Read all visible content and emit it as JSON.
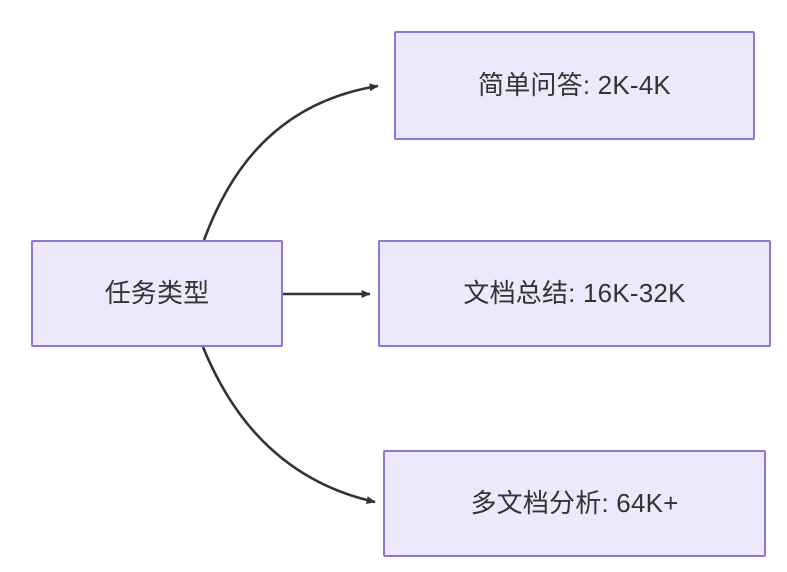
{
  "diagram": {
    "type": "flowchart",
    "direction": "left-to-right",
    "background_color": "#ffffff",
    "node_fill_color": "#ece9fc",
    "node_border_color": "#9474d4",
    "node_text_color": "#333333",
    "edge_color": "#333333",
    "source": {
      "id": "task-type",
      "label": "任务类型"
    },
    "targets": [
      {
        "id": "simple-qa",
        "label": "简单问答: 2K-4K",
        "category": "简单问答",
        "range": "2K-4K"
      },
      {
        "id": "doc-summary",
        "label": "文档总结: 16K-32K",
        "category": "文档总结",
        "range": "16K-32K"
      },
      {
        "id": "multi-doc-analysis",
        "label": "多文档分析: 64K+",
        "category": "多文档分析",
        "range": "64K+"
      }
    ],
    "edges": [
      {
        "id": "edge-0",
        "from": "task-type",
        "to": "simple-qa",
        "style": "curved",
        "arrow": "arrowhead-icon",
        "label": ""
      },
      {
        "id": "edge-1",
        "from": "task-type",
        "to": "doc-summary",
        "style": "straight",
        "arrow": "arrowhead-icon",
        "label": ""
      },
      {
        "id": "edge-2",
        "from": "task-type",
        "to": "multi-doc-analysis",
        "style": "curved",
        "arrow": "arrowhead-icon",
        "label": ""
      }
    ]
  }
}
